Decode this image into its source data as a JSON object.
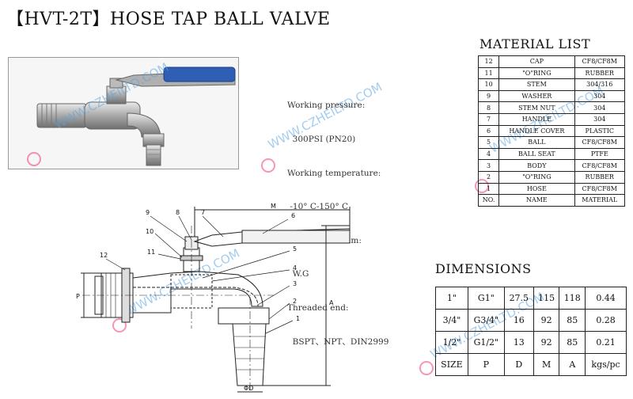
{
  "title": "【HVT-2T】HOSE TAP BALL VALVE",
  "specs": {
    "lines": [
      "Working pressure:",
      "  300PSI (PN20)",
      "Working temperature:",
      " -10° C-150° C",
      "Suitable medium:",
      "  W.G",
      "Threaded end:",
      "  BSPT、NPT、DIN2999"
    ]
  },
  "watermark": "WWW.CZHEILTD.COM",
  "material_list": {
    "title": "MATERIAL LIST",
    "rows": [
      [
        "12",
        "CAP",
        "CF8/CF8M"
      ],
      [
        "11",
        "\"O\"RING",
        "RUBBER"
      ],
      [
        "10",
        "STEM",
        "304/316"
      ],
      [
        "9",
        "WASHER",
        "304"
      ],
      [
        "8",
        "STEM NUT",
        "304"
      ],
      [
        "7",
        "HANDLE",
        "304"
      ],
      [
        "6",
        "HANDLE COVER",
        "PLASTIC"
      ],
      [
        "5",
        "BALL",
        "CF8/CF8M"
      ],
      [
        "4",
        "BALL SEAT",
        "PTFE"
      ],
      [
        "3",
        "BODY",
        "CF8/CF8M"
      ],
      [
        "2",
        "\"O\"RING",
        "RUBBER"
      ],
      [
        "1",
        "HOSE",
        "CF8/CF8M"
      ],
      [
        "NO.",
        "NAME",
        "MATERIAL"
      ]
    ]
  },
  "dimensions": {
    "title": "DIMENSIONS",
    "rows": [
      [
        "1\"",
        "G1\"",
        "27.5",
        "115",
        "118",
        "0.44"
      ],
      [
        "3/4\"",
        "G3/4\"",
        "16",
        "92",
        "85",
        "0.28"
      ],
      [
        "1/2\"",
        "G1/2\"",
        "13",
        "92",
        "85",
        "0.21"
      ],
      [
        "SIZE",
        "P",
        "D",
        "M",
        "A",
        "kgs/pc"
      ]
    ]
  },
  "drawing": {
    "callouts": [
      "9",
      "8",
      "7",
      "6",
      "10",
      "11",
      "5",
      "4",
      "3",
      "2",
      "1",
      "12"
    ],
    "dim_labels": [
      "M",
      "A",
      "P",
      "ΦD"
    ]
  },
  "colors": {
    "handle_blue": "#2f5fb5",
    "watermark_blue": "#5aa3e0",
    "watermark_mark": "#e01060"
  }
}
